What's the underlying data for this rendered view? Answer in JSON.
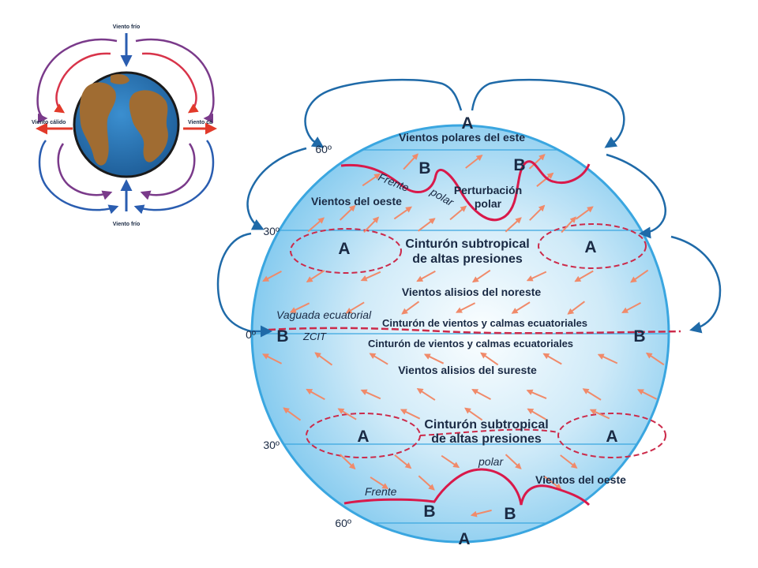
{
  "inset": {
    "labels": {
      "top": "Viento frío",
      "bottom": "Viento frío",
      "left": "Viento cálido",
      "right": "Viento cá"
    }
  },
  "globe": {
    "latitudes": {
      "n60": "60º",
      "n30": "30º",
      "eq": "0º",
      "s30": "30º",
      "s60": "60º"
    },
    "pressure": {
      "a_top": "A",
      "b_nw": "B",
      "b_ne": "B",
      "a_nw": "A",
      "a_ne": "A",
      "b_eq_w": "B",
      "b_eq_e": "B",
      "a_sw": "A",
      "a_se": "A",
      "b_sw": "B",
      "b_se": "B",
      "a_bottom": "A"
    },
    "labels": {
      "polar_east": "Vientos polares del este",
      "frente_n": "Frente",
      "polar_n": "polar",
      "perturbacion_1": "Perturbación",
      "perturbacion_2": "polar",
      "westerlies_n": "Vientos del oeste",
      "subtrop_n_1": "Cinturón subtropical",
      "subtrop_n_2": "de altas presiones",
      "ne_trades": "Vientos alisios del noreste",
      "vaguada": "Vaguada ecuatorial",
      "calm_n": "Cinturón de vientos y calmas ecuatoriales",
      "zcit": "ZCIT",
      "calm_s": "Cinturón de vientos y calmas ecuatoriales",
      "se_trades": "Vientos alisios del sureste",
      "subtrop_s_1": "Cinturón subtropical",
      "subtrop_s_2": "de altas presiones",
      "polar_s": "polar",
      "westerlies_s": "Vientos del oeste",
      "frente_s": "Frente"
    }
  },
  "colors": {
    "ocean_blue": "#2f7fc0",
    "land_brown": "#a06c32",
    "globe_light": "#eaf6fd",
    "globe_edge": "#7cc8ee",
    "circulation_blue": "#1f6aa8",
    "wind_arrow": "#f08a6a",
    "front_red": "#d9194a",
    "pressure_dash": "#cc2a4a",
    "cold_arrow": "#2a5db0",
    "warm_arrow": "#e23a2a"
  }
}
